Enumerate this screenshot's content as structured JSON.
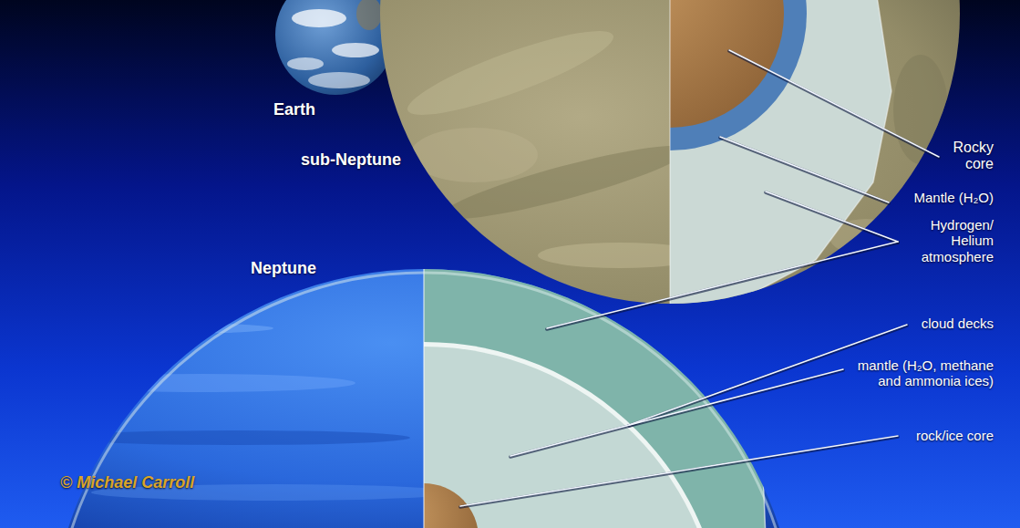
{
  "diagram": {
    "labels": [
      "Earth",
      "Rocky core",
      "sub-Neptune",
      "Mantle (H₂O)",
      "Hydrogen/ Helium atmosphere",
      "Neptune",
      "cloud decks",
      "mantle (H₂O, methane and ammonia ices)",
      "rock/ice core",
      "© Michael Carroll"
    ]
  }
}
